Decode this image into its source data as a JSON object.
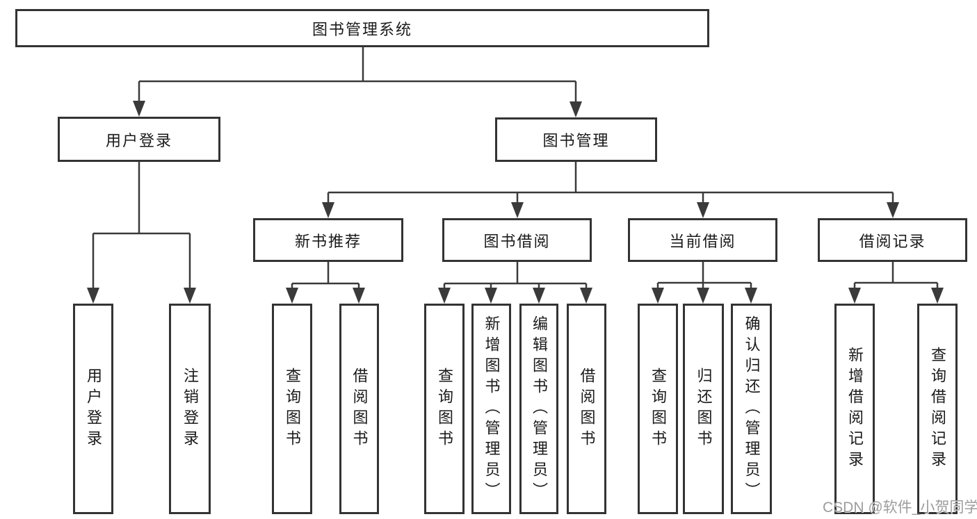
{
  "diagram": {
    "title": "图书管理系统",
    "nodes": {
      "root": {
        "label": "图书管理系统"
      },
      "login": {
        "label": "用户登录"
      },
      "manage": {
        "label": "图书管理"
      },
      "rec": {
        "label": "新书推荐"
      },
      "borrow": {
        "label": "图书借阅"
      },
      "current": {
        "label": "当前借阅"
      },
      "record": {
        "label": "借阅记录"
      },
      "login_login": {
        "label": "用户登录"
      },
      "login_logout": {
        "label": "注销登录"
      },
      "rec_query": {
        "label": "查询图书"
      },
      "rec_borrow": {
        "label": "借阅图书"
      },
      "borrow_query": {
        "label": "查询图书"
      },
      "borrow_add": {
        "label": "新增图书（管理员）"
      },
      "borrow_edit": {
        "label": "编辑图书（管理员）"
      },
      "borrow_borrow": {
        "label": "借阅图书"
      },
      "cur_query": {
        "label": "查询图书"
      },
      "cur_return": {
        "label": "归还图书"
      },
      "cur_confirm": {
        "label": "确认归还（管理员）"
      },
      "record_add": {
        "label": "新增借阅记录"
      },
      "record_query": {
        "label": "查询借阅记录"
      }
    },
    "colors": {
      "line": "#3a3a3a",
      "box_border": "#333333",
      "box_background": "#ffffff",
      "text": "#1a1a1a",
      "watermark": "#9c9c9c",
      "page_background": "#ffffff"
    },
    "watermark": "CSDN @软件_小贺同学"
  }
}
